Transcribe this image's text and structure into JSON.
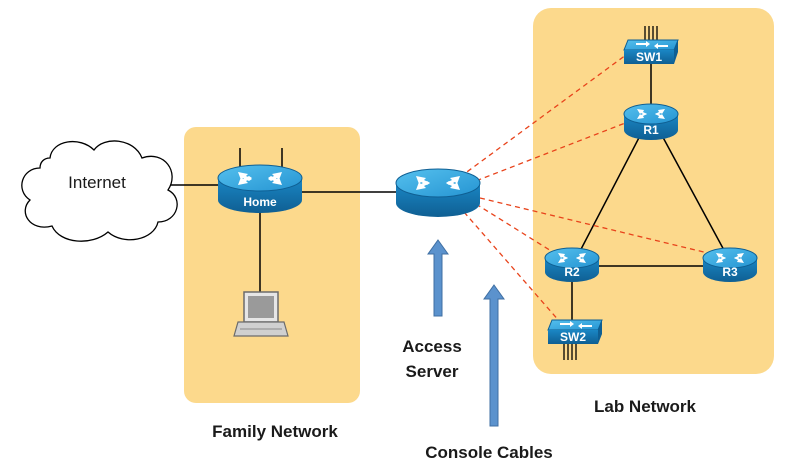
{
  "labels": {
    "internet": "Internet",
    "family_network": "Family Network",
    "lab_network": "Lab Network",
    "access_server_line1": "Access",
    "access_server_line2": "Server",
    "console_cables": "Console Cables"
  },
  "devices": {
    "home": "Home",
    "sw1": "SW1",
    "r1": "R1",
    "r2": "R2",
    "r3": "R3",
    "sw2": "SW2"
  },
  "colors": {
    "zone_fill": "#fcd98c",
    "router_fill": "#1f8ac7",
    "router_top": "#2fa5dd",
    "console_line": "#e8431b",
    "arrow_fill": "#5b92cd",
    "link": "#000000"
  }
}
